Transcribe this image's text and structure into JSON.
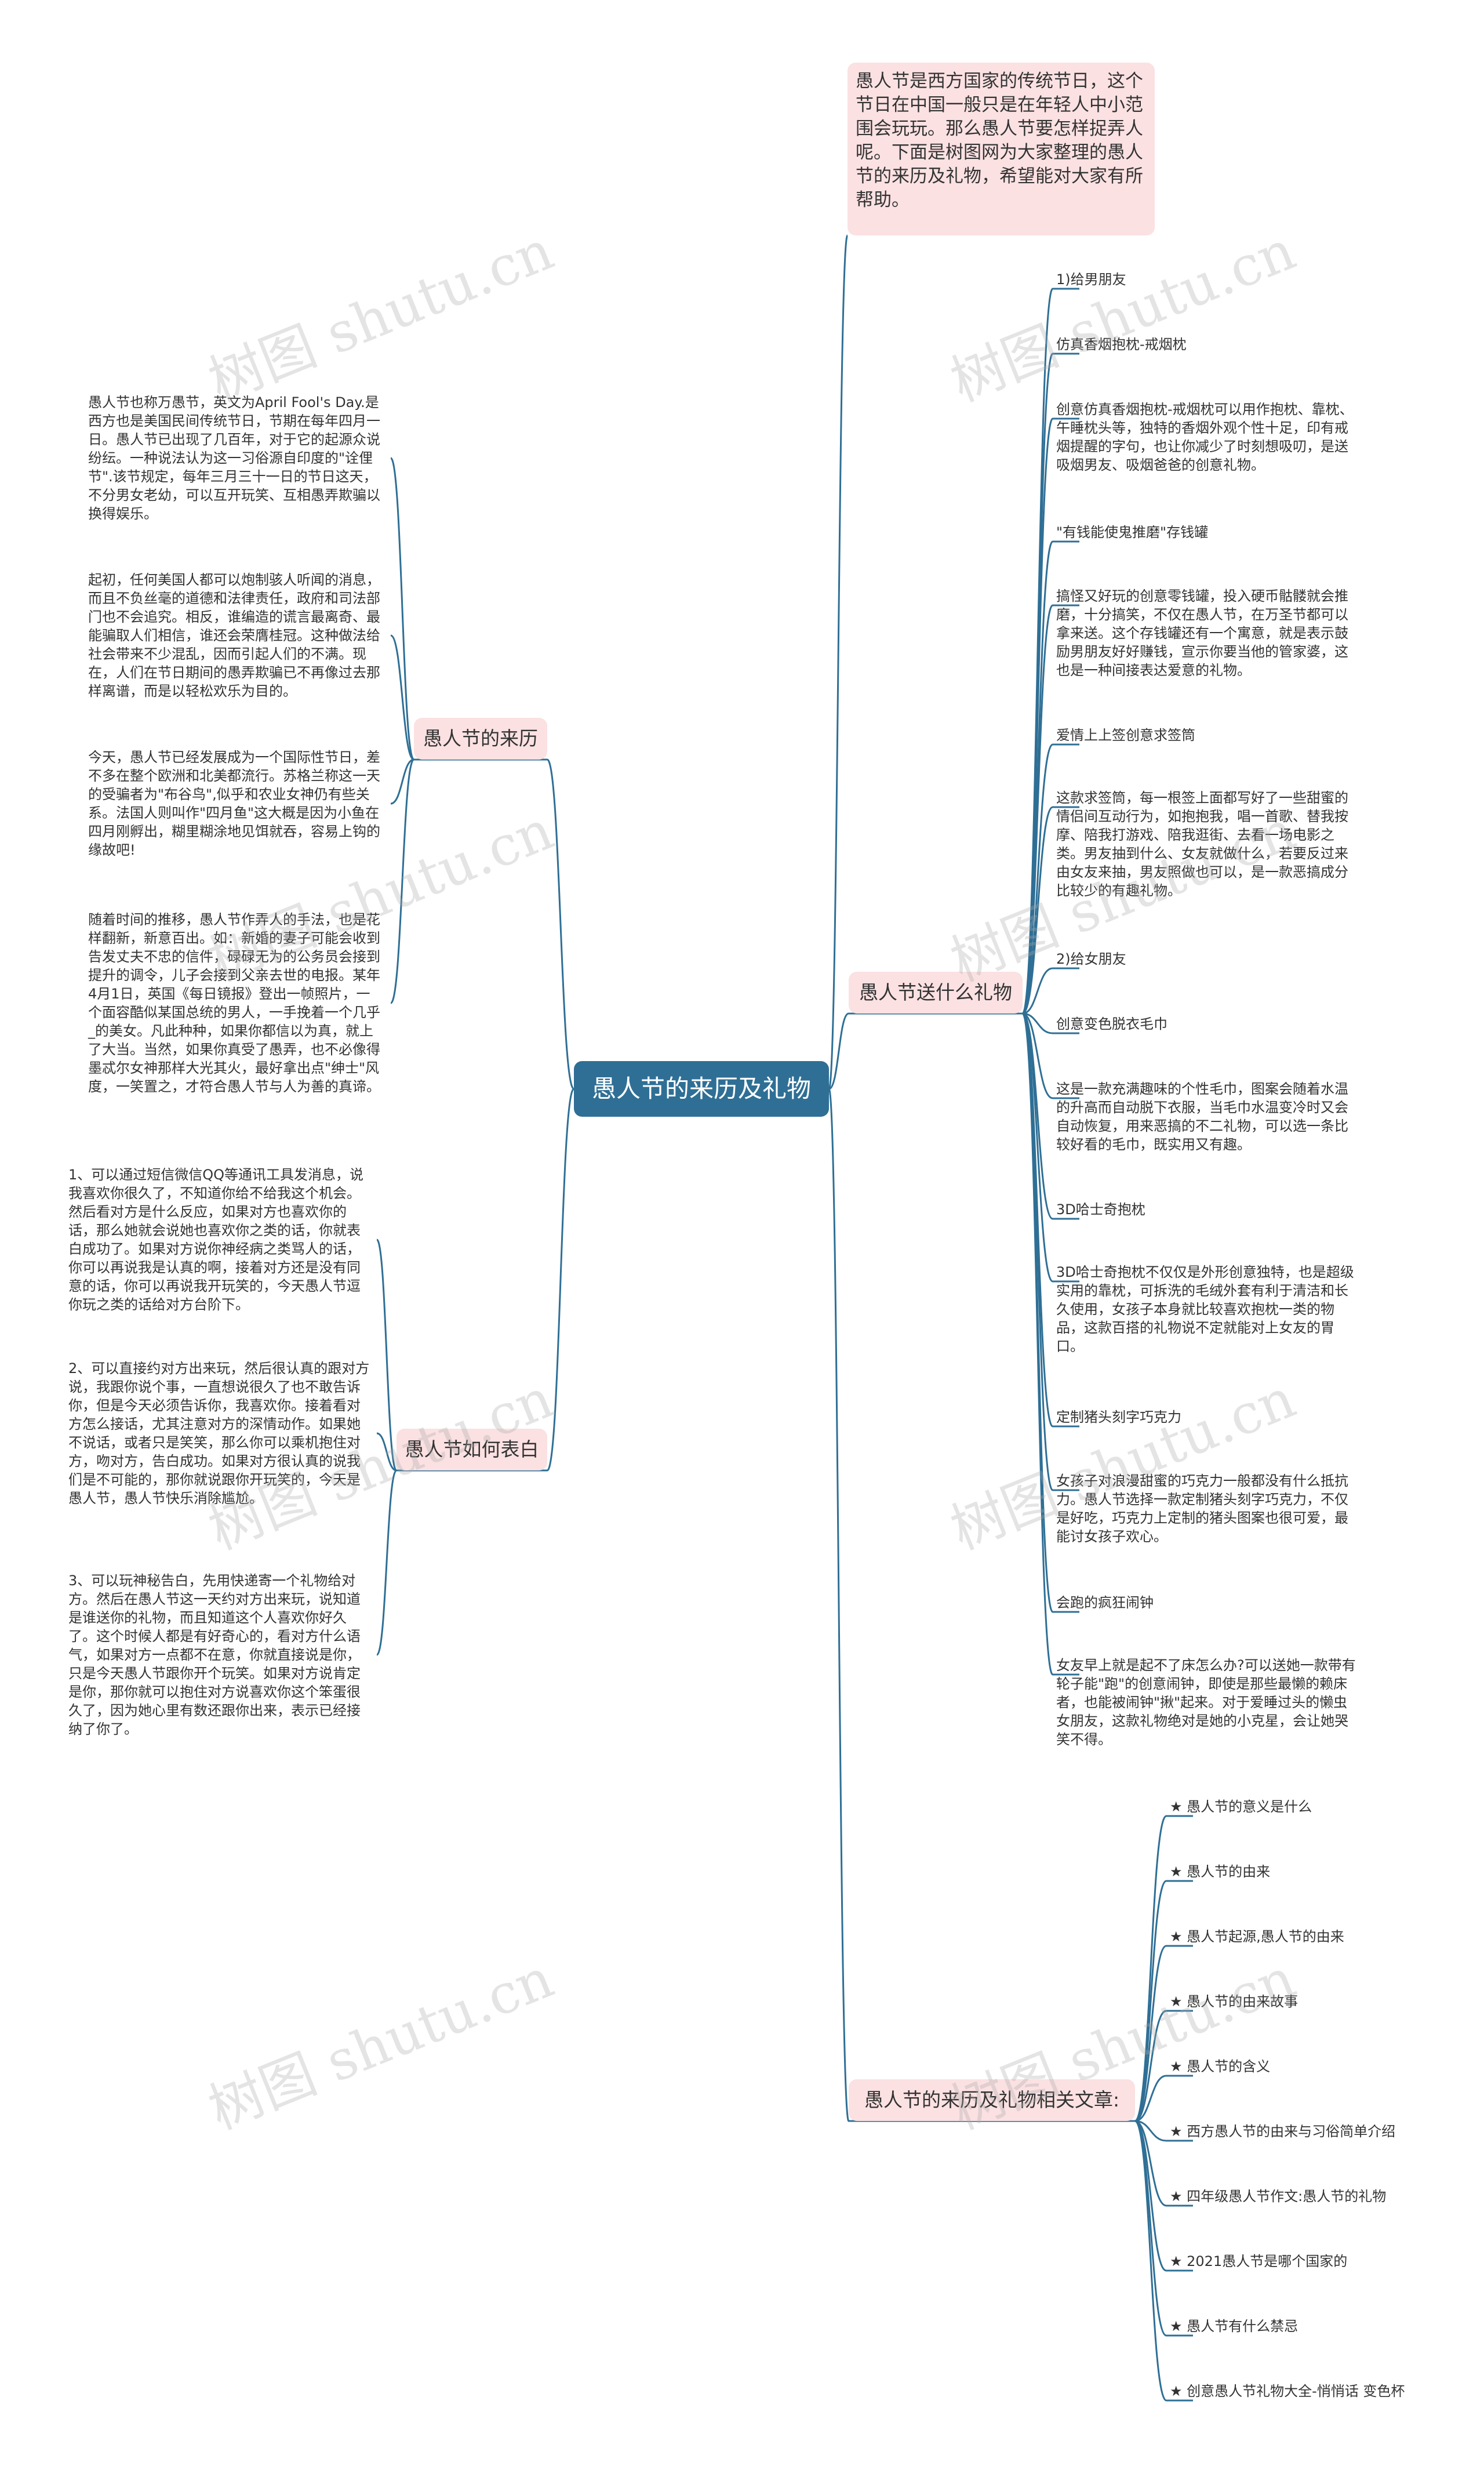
{
  "root": "愚人节的来历及礼物",
  "intro": "愚人节是西方国家的传统节日，这个节日在中国一般只是在年轻人中小范围会玩玩。那么愚人节要怎样捉弄人呢。下面是树图网为大家整理的愚人节的来历及礼物，希望能对大家有所帮助。",
  "watermark": "树图 shutu.cn",
  "left": {
    "origin": {
      "label": "愚人节的来历",
      "items": [
        "愚人节也称万愚节，英文为April Fool's Day.是西方也是美国民间传统节日，节期在每年四月一日。愚人节已出现了几百年，对于它的起源众说纷纭。一种说法认为这一习俗源自印度的\"诠俚节\".该节规定，每年三月三十一日的节日这天，不分男女老幼，可以互开玩笑、互相愚弄欺骗以换得娱乐。",
        "起初，任何美国人都可以炮制骇人听闻的消息，而且不负丝毫的道德和法律责任，政府和司法部门也不会追究。相反，谁编造的谎言最离奇、最能骗取人们相信，谁还会荣膺桂冠。这种做法给社会带来不少混乱，因而引起人们的不满。现在，人们在节日期间的愚弄欺骗已不再像过去那样离谱，而是以轻松欢乐为目的。",
        "今天，愚人节已经发展成为一个国际性节日，差不多在整个欧洲和北美都流行。苏格兰称这一天的受骗者为\"布谷鸟\",似乎和农业女神仍有些关系。法国人则叫作\"四月鱼\"这大概是因为小鱼在四月刚孵出，糊里糊涂地见饵就吞，容易上钩的缘故吧!",
        "随着时间的推移，愚人节作弄人的手法，也是花样翻新，新意百出。如：新婚的妻子可能会收到告发丈夫不忠的信件，碌碌无为的公务员会接到提升的调令，儿子会接到父亲去世的电报。某年4月1日，英国《每日镜报》登出一帧照片，一个面容酷似某国总统的男人，一手挽着一个几乎_的美女。凡此种种，如果你都信以为真，就上了大当。当然，如果你真受了愚弄，也不必像得墨忒尔女神那样大光其火，最好拿出点\"绅士\"风度，一笑置之，才符合愚人节与人为善的真谛。"
      ]
    },
    "confess": {
      "label": "愚人节如何表白",
      "items": [
        "1、可以通过短信微信QQ等通讯工具发消息，说我喜欢你很久了，不知道你给不给我这个机会。然后看对方是什么反应，如果对方也喜欢你的话，那么她就会说她也喜欢你之类的话，你就表白成功了。如果对方说你神经病之类骂人的话，你可以再说我是认真的啊，接着对方还是没有同意的话，你可以再说我开玩笑的，今天愚人节逗你玩之类的话给对方台阶下。",
        "2、可以直接约对方出来玩，然后很认真的跟对方说，我跟你说个事，一直想说很久了也不敢告诉你，但是今天必须告诉你，我喜欢你。接着看对方怎么接话，尤其注意对方的深情动作。如果她不说话，或者只是笑笑，那么你可以乘机抱住对方，吻对方，告白成功。如果对方很认真的说我们是不可能的，那你就说跟你开玩笑的，今天是愚人节，愚人节快乐消除尴尬。",
        "3、可以玩神秘告白，先用快递寄一个礼物给对方。然后在愚人节这一天约对方出来玩，说知道是谁送你的礼物，而且知道这个人喜欢你好久了。这个时候人都是有好奇心的，看对方什么语气，如果对方一点都不在意，你就直接说是你，只是今天愚人节跟你开个玩笑。如果对方说肯定是你，那你就可以抱住对方说喜欢你这个笨蛋很久了，因为她心里有数还跟你出来，表示已经接纳了你了。"
      ]
    }
  },
  "right": {
    "gifts": {
      "label": "愚人节送什么礼物",
      "items": [
        "1)给男朋友",
        "仿真香烟抱枕-戒烟枕",
        "创意仿真香烟抱枕-戒烟枕可以用作抱枕、靠枕、午睡枕头等，独特的香烟外观个性十足，印有戒烟提醒的字句，也让你减少了时刻想吸叨，是送吸烟男友、吸烟爸爸的创意礼物。",
        "\"有钱能使鬼推磨\"存钱罐",
        "搞怪又好玩的创意零钱罐，投入硬币骷髅就会推磨，十分搞笑，不仅在愚人节，在万圣节都可以拿来送。这个存钱罐还有一个寓意，就是表示鼓励男朋友好好赚钱，宣示你要当他的管家婆，这也是一种间接表达爱意的礼物。",
        "爱情上上签创意求签筒",
        "这款求签筒，每一根签上面都写好了一些甜蜜的情侣间互动行为，如抱抱我，唱一首歌、替我按摩、陪我打游戏、陪我逛街、去看一场电影之类。男友抽到什么、女友就做什么，若要反过来由女友来抽，男友照做也可以，是一款恶搞成分比较少的有趣礼物。",
        "2)给女朋友",
        "创意变色脱衣毛巾",
        "这是一款充满趣味的个性毛巾，图案会随着水温的升高而自动脱下衣服，当毛巾水温变冷时又会自动恢复，用来恶搞的不二礼物，可以选一条比较好看的毛巾，既实用又有趣。",
        "3D哈士奇抱枕",
        "3D哈士奇抱枕不仅仅是外形创意独特，也是超级实用的靠枕，可拆洗的毛绒外套有利于清洁和长久使用，女孩子本身就比较喜欢抱枕一类的物品，这款百搭的礼物说不定就能对上女友的胃口。",
        "定制猪头刻字巧克力",
        "女孩子对浪漫甜蜜的巧克力一般都没有什么抵抗力。愚人节选择一款定制猪头刻字巧克力，不仅是好吃，巧克力上定制的猪头图案也很可爱，最能讨女孩子欢心。",
        "会跑的疯狂闹钟",
        "女友早上就是起不了床怎么办?可以送她一款带有轮子能\"跑\"的创意闹钟，即使是那些最懒的赖床者，也能被闹钟\"揪\"起来。对于爱睡过头的懒虫女朋友，这款礼物绝对是她的小克星，会让她哭笑不得。"
      ]
    },
    "articles": {
      "label": "愚人节的来历及礼物相关文章:",
      "items": [
        "★ 愚人节的意义是什么",
        "★ 愚人节的由来",
        "★ 愚人节起源,愚人节的由来",
        "★ 愚人节的由来故事",
        "★ 愚人节的含义",
        "★ 西方愚人节的由来与习俗简单介绍",
        "★ 四年级愚人节作文:愚人节的礼物",
        "★ 2021愚人节是哪个国家的",
        "★ 愚人节有什么禁忌",
        "★ 创意愚人节礼物大全-悄悄话 变色杯"
      ]
    }
  }
}
